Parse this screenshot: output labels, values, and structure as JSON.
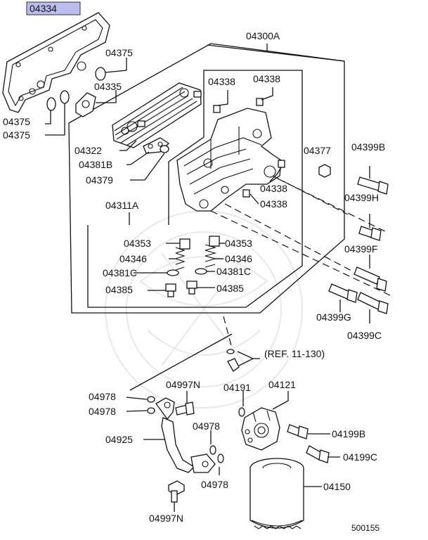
{
  "labels": {
    "p04334": "04334",
    "p04300A": "04300A",
    "p04375_a": "04375",
    "p04335": "04335",
    "p04375_b": "04375",
    "p04375_c": "04375",
    "p04338_a": "04338",
    "p04338_b": "04338",
    "p04338_c": "04338",
    "p04338_d": "04338",
    "p04377": "04377",
    "p04399B": "04399B",
    "p04399H": "04399H",
    "p04399F": "04399F",
    "p04399G": "04399G",
    "p04399C": "04399C",
    "p04322": "04322",
    "p04381B": "04381B",
    "p04379": "04379",
    "p04311A": "04311A",
    "p04353_a": "04353",
    "p04353_b": "04353",
    "p04346_a": "04346",
    "p04346_b": "04346",
    "p04381C_a": "04381C",
    "p04381C_b": "04381C",
    "p04385_a": "04385",
    "p04385_b": "04385",
    "ref": "(REF. 11-130)",
    "p04978_a": "04978",
    "p04978_b": "04978",
    "p04978_c": "04978",
    "p04978_d": "04978",
    "p04997N_a": "04997N",
    "p04997N_b": "04997N",
    "p04191": "04191",
    "p04121": "04121",
    "p04925": "04925",
    "p04199B": "04199B",
    "p04199C": "04199C",
    "p04150": "04150",
    "figure_no": "500155"
  }
}
